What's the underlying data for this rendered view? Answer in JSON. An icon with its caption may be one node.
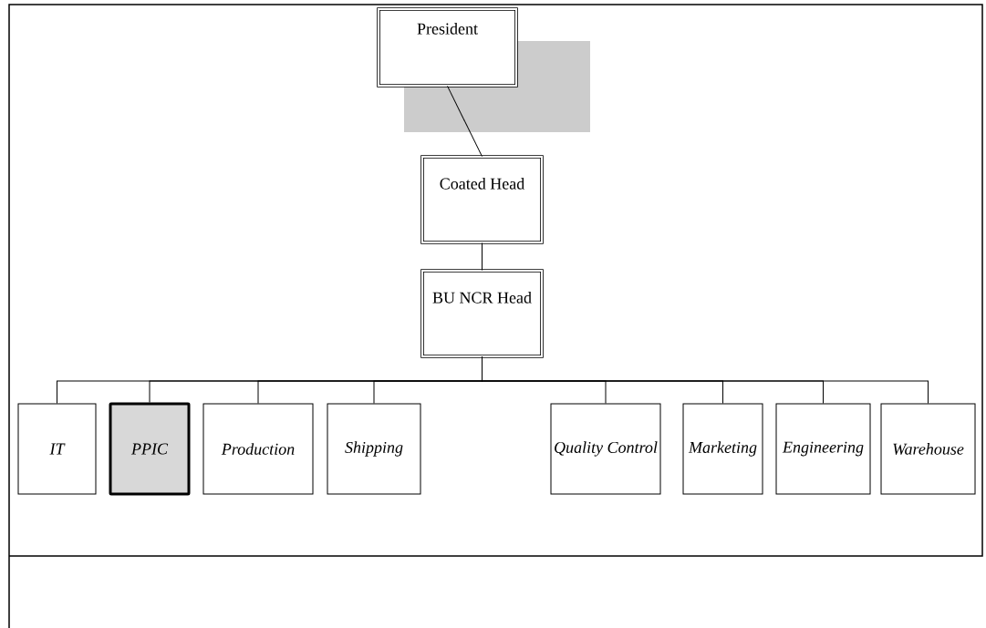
{
  "diagram": {
    "nodes": [
      {
        "text": [
          "President"
        ]
      },
      {
        "text": [
          "Coated Head"
        ]
      },
      {
        "text": [
          "BU NCR Head"
        ]
      },
      {
        "text": [
          "IT"
        ]
      },
      {
        "text": [
          "PPIC"
        ]
      },
      {
        "text": [
          "Production"
        ]
      },
      {
        "text": [
          "Shipping"
        ]
      },
      {
        "text": [
          "Quality Control"
        ]
      },
      {
        "text": [
          "Marketing"
        ]
      },
      {
        "text": [
          "Engineering"
        ]
      },
      {
        "text": [
          "Warehouse"
        ]
      }
    ],
    "edges": [
      {
        "from": 0,
        "to": 1,
        "arrow": "none"
      },
      {
        "from": 1,
        "to": 2,
        "arrow": "none"
      },
      {
        "from": 2,
        "to": 3,
        "arrow": "none"
      },
      {
        "from": 2,
        "to": 4,
        "arrow": "none"
      },
      {
        "from": 2,
        "to": 5,
        "arrow": "none"
      },
      {
        "from": 2,
        "to": 6,
        "arrow": "none"
      },
      {
        "from": 2,
        "to": 7,
        "arrow": "none"
      },
      {
        "from": 2,
        "to": 8,
        "arrow": "none"
      },
      {
        "from": 2,
        "to": 9,
        "arrow": "none"
      },
      {
        "from": 2,
        "to": 10,
        "arrow": "none"
      }
    ]
  }
}
